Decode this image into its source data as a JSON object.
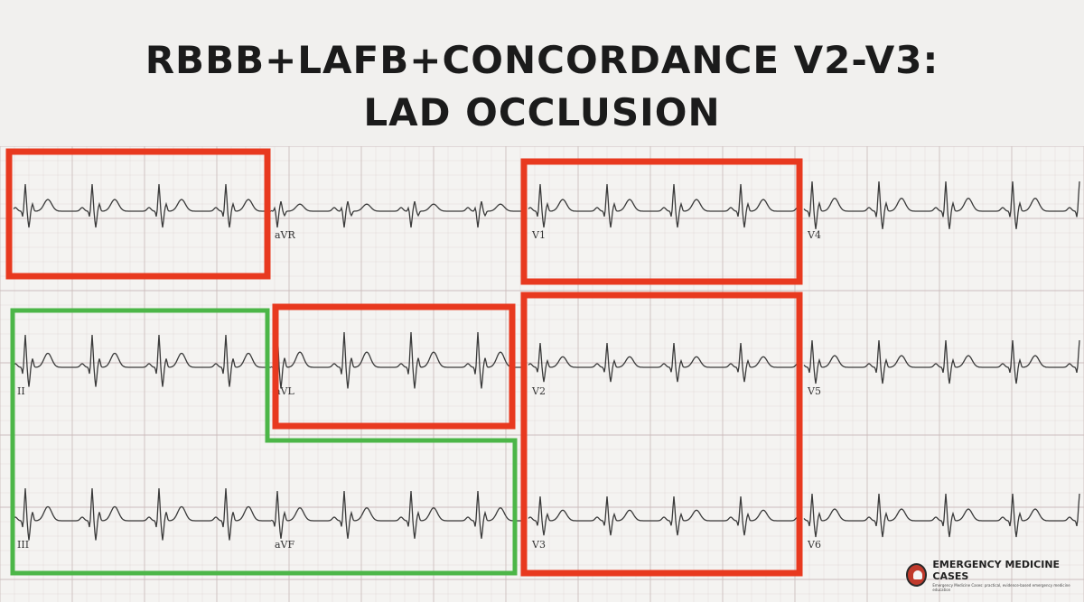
{
  "slide": {
    "title_line1": "RBBB+LAFB+CONCORDANCE V2-V3:",
    "title_line2": "LAD OCCLUSION"
  },
  "ecg": {
    "leads": [
      {
        "id": "I",
        "label": ""
      },
      {
        "id": "aVR",
        "label": "aVR"
      },
      {
        "id": "V1",
        "label": "V1"
      },
      {
        "id": "V4",
        "label": "V4"
      },
      {
        "id": "II",
        "label": "II"
      },
      {
        "id": "aVL",
        "label": "aVL"
      },
      {
        "id": "V2",
        "label": "V2"
      },
      {
        "id": "V5",
        "label": "V5"
      },
      {
        "id": "III",
        "label": "III"
      },
      {
        "id": "aVF",
        "label": "aVF"
      },
      {
        "id": "V3",
        "label": "V3"
      },
      {
        "id": "V6",
        "label": "V6"
      }
    ],
    "highlights": [
      {
        "name": "lead-i-box",
        "color": "#e8391f",
        "meaning": "red"
      },
      {
        "name": "lead-avl-box",
        "color": "#e8391f",
        "meaning": "red"
      },
      {
        "name": "lead-v1-box",
        "color": "#e8391f",
        "meaning": "red"
      },
      {
        "name": "lead-v2-v3-box",
        "color": "#e8391f",
        "meaning": "red"
      },
      {
        "name": "inferior-leads-box",
        "color": "#4cb648",
        "meaning": "green"
      }
    ],
    "grid_color": "#c9b9b9",
    "trace_color": "#3a3a3a"
  },
  "logo": {
    "name": "EMERGENCY MEDICINE CASES",
    "subtext": "Emergency Medicine Cases: practical, evidence-based emergency medicine education",
    "icon": "emc-logo-icon"
  }
}
